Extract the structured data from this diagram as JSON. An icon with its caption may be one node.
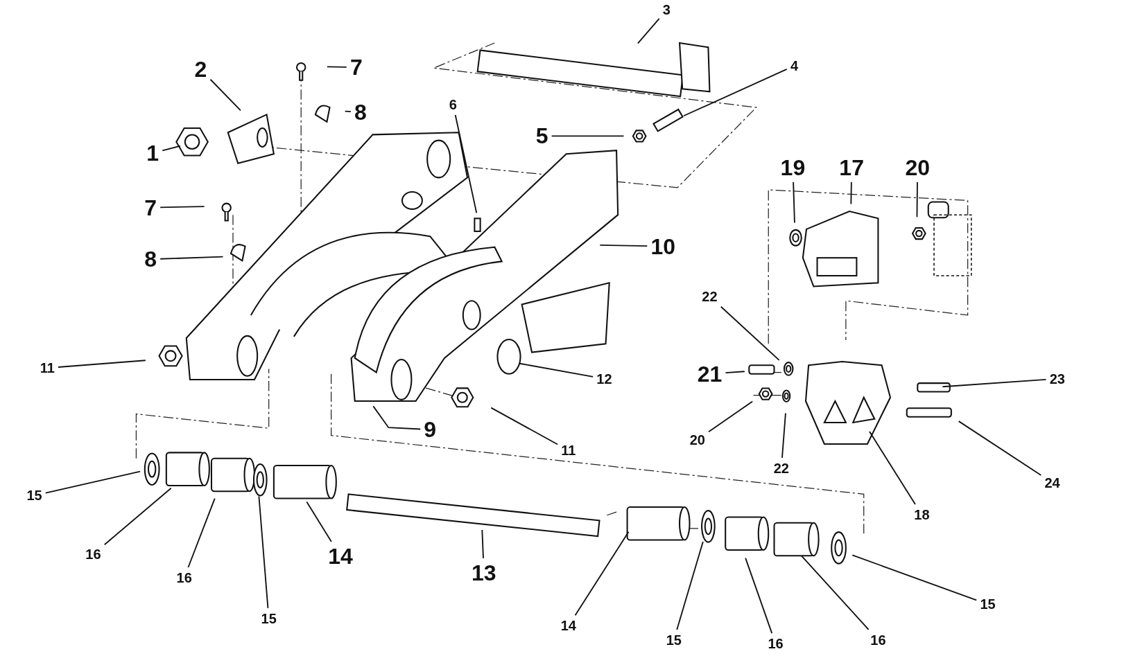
{
  "diagram": {
    "nodes": [
      {
        "text": [
          "3"
        ]
      },
      {
        "text": [
          "2"
        ]
      },
      {
        "text": [
          "7"
        ]
      },
      {
        "text": [
          "4"
        ]
      },
      {
        "text": [
          "8"
        ]
      },
      {
        "text": [
          "6"
        ]
      },
      {
        "text": [
          "1"
        ]
      },
      {
        "text": [
          "5"
        ]
      },
      {
        "text": [
          "19"
        ]
      },
      {
        "text": [
          "17"
        ]
      },
      {
        "text": [
          "20"
        ]
      },
      {
        "text": [
          "7"
        ]
      },
      {
        "text": [
          "8"
        ]
      },
      {
        "text": [
          "10"
        ]
      },
      {
        "text": [
          "22"
        ]
      },
      {
        "text": [
          "11"
        ]
      },
      {
        "text": [
          "12"
        ]
      },
      {
        "text": [
          "21"
        ]
      },
      {
        "text": [
          "23"
        ]
      },
      {
        "text": [
          "9"
        ]
      },
      {
        "text": [
          "11"
        ]
      },
      {
        "text": [
          "20"
        ]
      },
      {
        "text": [
          "22"
        ]
      },
      {
        "text": [
          "24"
        ]
      },
      {
        "text": [
          "18"
        ]
      },
      {
        "text": [
          "15"
        ]
      },
      {
        "text": [
          "16"
        ]
      },
      {
        "text": [
          "16"
        ]
      },
      {
        "text": [
          "15"
        ]
      },
      {
        "text": [
          "14"
        ]
      },
      {
        "text": [
          "13"
        ]
      },
      {
        "text": [
          "14"
        ]
      },
      {
        "text": [
          "15"
        ]
      },
      {
        "text": [
          "16"
        ]
      },
      {
        "text": [
          "16"
        ]
      },
      {
        "text": [
          "15"
        ]
      }
    ],
    "edges": [
      {
        "from": 0,
        "to": null,
        "arrow": "none"
      },
      {
        "from": 1,
        "to": null,
        "arrow": "none"
      },
      {
        "from": 2,
        "to": null,
        "arrow": "none"
      },
      {
        "from": 3,
        "to": null,
        "arrow": "none"
      },
      {
        "from": 4,
        "to": null,
        "arrow": "none"
      },
      {
        "from": 5,
        "to": null,
        "arrow": "none"
      },
      {
        "from": 6,
        "to": null,
        "arrow": "none"
      },
      {
        "from": 7,
        "to": null,
        "arrow": "none"
      },
      {
        "from": 8,
        "to": null,
        "arrow": "none"
      },
      {
        "from": 9,
        "to": null,
        "arrow": "none"
      },
      {
        "from": 10,
        "to": null,
        "arrow": "none"
      },
      {
        "from": 11,
        "to": null,
        "arrow": "none"
      },
      {
        "from": 12,
        "to": null,
        "arrow": "none"
      },
      {
        "from": 13,
        "to": null,
        "arrow": "none"
      },
      {
        "from": 14,
        "to": null,
        "arrow": "none"
      },
      {
        "from": 15,
        "to": null,
        "arrow": "none"
      },
      {
        "from": 16,
        "to": null,
        "arrow": "none"
      },
      {
        "from": 17,
        "to": null,
        "arrow": "none"
      },
      {
        "from": 18,
        "to": null,
        "arrow": "none"
      },
      {
        "from": 19,
        "to": null,
        "arrow": "none"
      },
      {
        "from": 20,
        "to": null,
        "arrow": "none"
      },
      {
        "from": 21,
        "to": null,
        "arrow": "none"
      },
      {
        "from": 22,
        "to": null,
        "arrow": "none"
      },
      {
        "from": 23,
        "to": null,
        "arrow": "none"
      },
      {
        "from": 24,
        "to": null,
        "arrow": "none"
      },
      {
        "from": 25,
        "to": null,
        "arrow": "none"
      },
      {
        "from": 26,
        "to": null,
        "arrow": "none"
      },
      {
        "from": 27,
        "to": null,
        "arrow": "none"
      },
      {
        "from": 28,
        "to": null,
        "arrow": "none"
      },
      {
        "from": 29,
        "to": null,
        "arrow": "none"
      },
      {
        "from": 30,
        "to": null,
        "arrow": "none"
      },
      {
        "from": 31,
        "to": null,
        "arrow": "none"
      },
      {
        "from": 32,
        "to": null,
        "arrow": "none"
      },
      {
        "from": 33,
        "to": null,
        "arrow": "none"
      },
      {
        "from": 34,
        "to": null,
        "arrow": "none"
      },
      {
        "from": 35,
        "to": null,
        "arrow": "none"
      }
    ]
  }
}
